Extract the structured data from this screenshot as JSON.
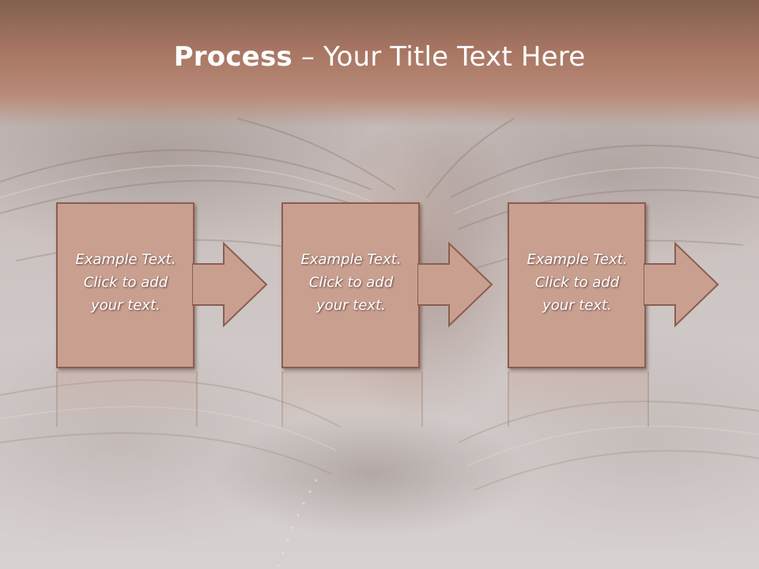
{
  "slide": {
    "title_bold": "Process",
    "title_rest": " – Your Title Text Here"
  },
  "steps": [
    {
      "line1": "Example Text.",
      "line2": "Click  to add",
      "line3": "your text."
    },
    {
      "line1": "Example Text.",
      "line2": "Click  to add",
      "line3": "your text."
    },
    {
      "line1": "Example Text.",
      "line2": "Click  to add",
      "line3": "your text."
    }
  ],
  "colors": {
    "box_fill": "#c9a090",
    "box_border": "#8a5e50",
    "banner": "#a77663",
    "text": "#ffffff"
  }
}
